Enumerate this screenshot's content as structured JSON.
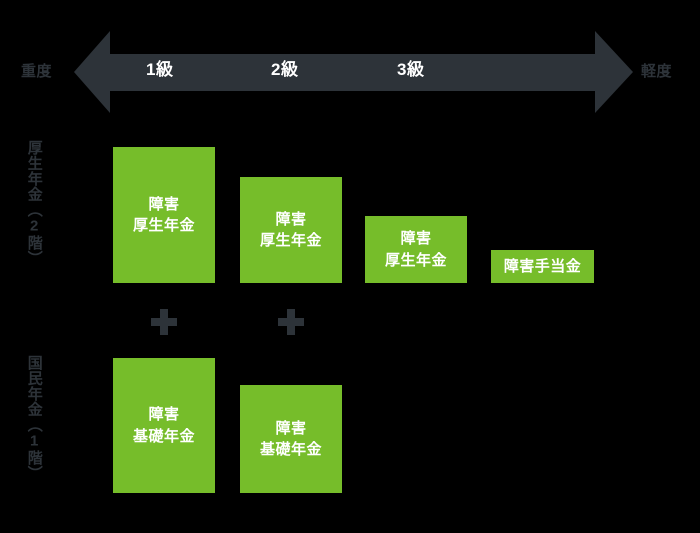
{
  "diagram": {
    "title_alt": "障害年金の等級と支給内容の図",
    "background_color": "#000000",
    "accent_green": "#76bd2a",
    "dark_gray": "#2d3339",
    "text_white": "#ffffff"
  },
  "severity_axis": {
    "left_label": "重度",
    "right_label": "軽度",
    "grades": [
      {
        "label": "1級"
      },
      {
        "label": "2級"
      },
      {
        "label": "3級"
      }
    ]
  },
  "tiers": [
    {
      "key": "kosei",
      "label": "厚生年金（2階）"
    },
    {
      "key": "kokumin",
      "label": "国民年金（1階）"
    }
  ],
  "blocks": {
    "kosei_grade1": "障害\n厚生年金",
    "kosei_grade2": "障害\n厚生年金",
    "kosei_grade3": "障害\n厚生年金",
    "teate": "障害手当金",
    "kiso_grade1": "障害\n基礎年金",
    "kiso_grade2": "障害\n基礎年金"
  },
  "operators": {
    "plus_grade1": "＋",
    "plus_grade2": "＋"
  }
}
